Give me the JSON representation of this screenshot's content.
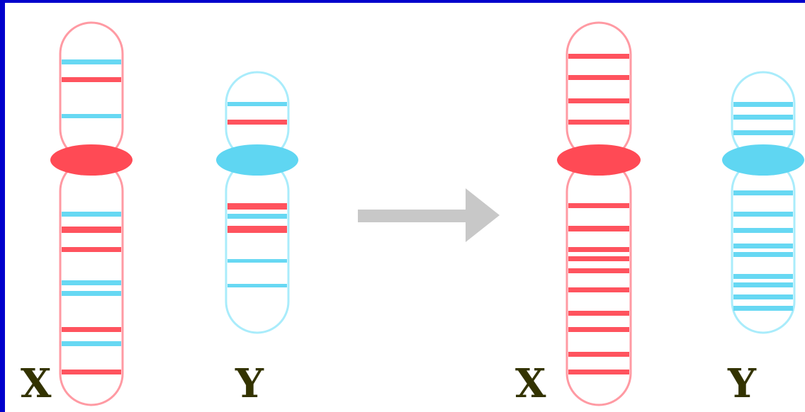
{
  "colors": {
    "x_chromosome": "#ff4a55",
    "x_outline": "#ff9aa3",
    "y_chromosome": "#5fd6f2",
    "y_outline": "#a9ecfb",
    "arrow": "#c8c8c8",
    "label": "#333300",
    "border": "#0000cc"
  },
  "labels": {
    "before_x": "X",
    "before_y": "Y",
    "after_x": "X",
    "after_y": "Y"
  },
  "arrow": {
    "direction": "right"
  }
}
